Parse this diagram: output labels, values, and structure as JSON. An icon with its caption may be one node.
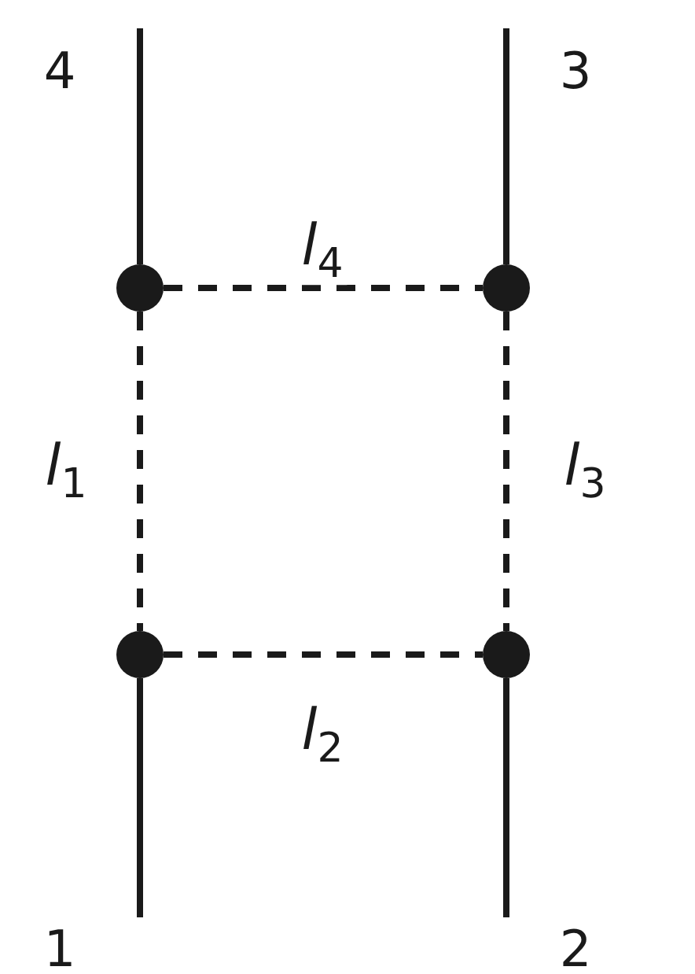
{
  "diagram": {
    "nodes": [
      {
        "text": [],
        "shape": "circle"
      },
      {
        "text": [],
        "shape": "circle"
      },
      {
        "text": [],
        "shape": "circle"
      },
      {
        "text": [],
        "shape": "circle"
      }
    ],
    "edges": [
      {
        "from": null,
        "to": 0,
        "arrow": "none"
      },
      {
        "from": null,
        "to": 1,
        "arrow": "none"
      },
      {
        "from": 0,
        "to": 1,
        "arrow": "none",
        "style": "dashed",
        "label": "*l*$_{4}$"
      },
      {
        "from": 0,
        "to": 2,
        "arrow": "none",
        "style": "dashed",
        "label": "*l*$_{1}$"
      },
      {
        "from": 1,
        "to": 3,
        "arrow": "none",
        "style": "dashed",
        "label": "*l*$_{3}$"
      },
      {
        "from": 2,
        "to": 3,
        "arrow": "none",
        "style": "dashed",
        "label": "*l*$_{2}$"
      },
      {
        "from": 2,
        "to": null,
        "arrow": "none"
      },
      {
        "from": 3,
        "to": null,
        "arrow": "none"
      }
    ],
    "labels": [
      "4",
      "3",
      "1",
      "2"
    ]
  }
}
